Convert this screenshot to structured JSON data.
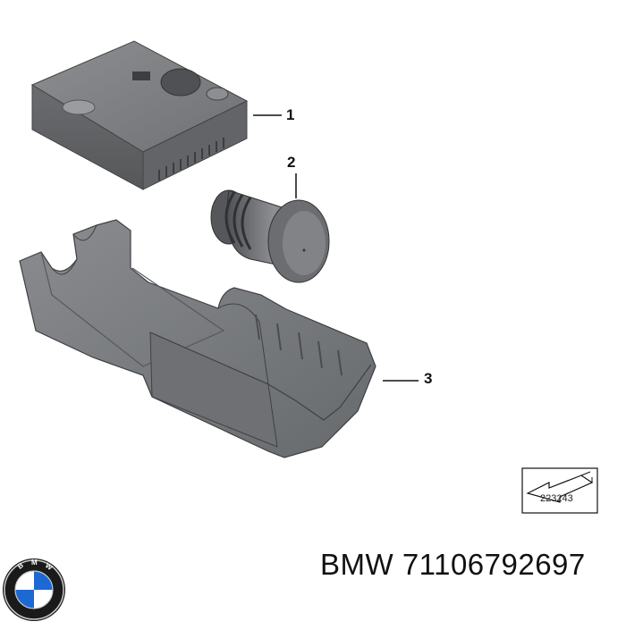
{
  "callouts": {
    "part1": "1",
    "part2": "2",
    "part3": "3"
  },
  "reference_number": "223243",
  "footer": {
    "brand": "BMW",
    "part_number": "71106792697"
  },
  "logo": {
    "name": "bmw-roundel-logo",
    "colors": {
      "ring": "#1a1a1a",
      "blue": "#1c69d4",
      "white": "#ffffff",
      "silver": "#c9c9c9"
    },
    "lettering": "BMW"
  },
  "colors": {
    "part_fill": "#7b7d80",
    "part_dark": "#5a5c60",
    "part_light": "#a3a5a8",
    "line": "#111111"
  }
}
